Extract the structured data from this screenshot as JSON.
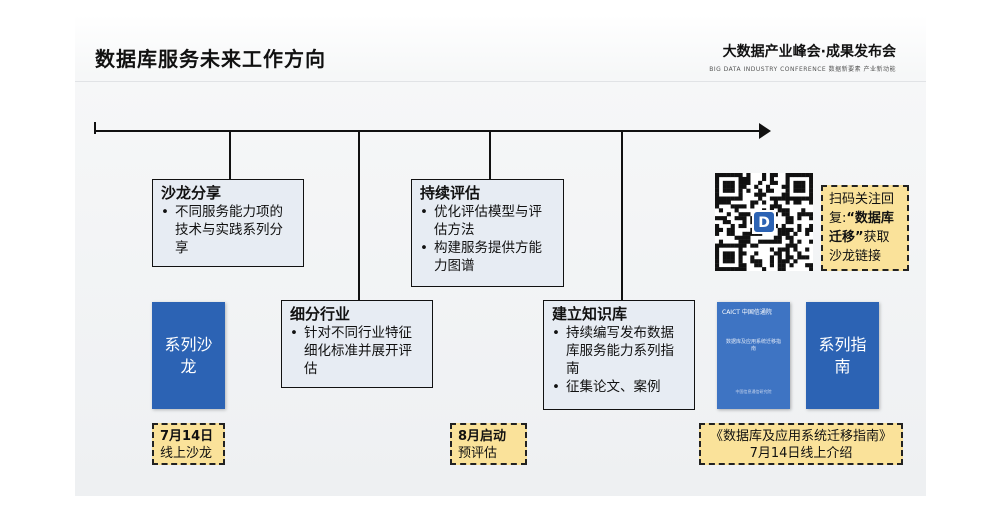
{
  "slide": {
    "title": "数据库服务未来工作方向",
    "conference": {
      "name": "大数据产业峰会·成果发布会",
      "subtitle": "BIG DATA INDUSTRY CONFERENCE 数据新要素 产业新动能"
    }
  },
  "timeline": {
    "cards": [
      {
        "title": "沙龙分享",
        "items": [
          "不同服务能力项的技术与实践系列分享"
        ]
      },
      {
        "title": "持续评估",
        "items": [
          "优化评估模型与评估方法",
          "构建服务提供方能力图谱"
        ]
      },
      {
        "title": "细分行业",
        "items": [
          "针对不同行业特征细化标准并展开评估"
        ]
      },
      {
        "title": "建立知识库",
        "items": [
          "持续编写发布数据库服务能力系列指南",
          "征集论文、案例"
        ]
      }
    ],
    "bullet": "•",
    "booklets": {
      "salon": "系列沙龙",
      "guide": "系列指南"
    },
    "guide_cover": {
      "logo": "CAICT 中国信通院",
      "title": "数据库及应用系统迁移指南",
      "footer": "中国信息通信研究院"
    },
    "notes": {
      "salon_date": "7月14日",
      "salon_desc": "线上沙龙",
      "eval_date": "8月启动",
      "eval_desc": "预评估",
      "guide_title": "《数据库及应用系统迁移指南》",
      "guide_desc": "7月14日线上介绍"
    },
    "qr_note": {
      "prefix": "扫码关注回复:",
      "keyword": "“数据库迁移”",
      "suffix": "获取沙龙链接"
    },
    "qr_icon": "qr-code-icon"
  },
  "colors": {
    "card_bg": "#e7ecf3",
    "booklet_blue": "#2c63b4",
    "note_yellow": "#fae29a"
  }
}
